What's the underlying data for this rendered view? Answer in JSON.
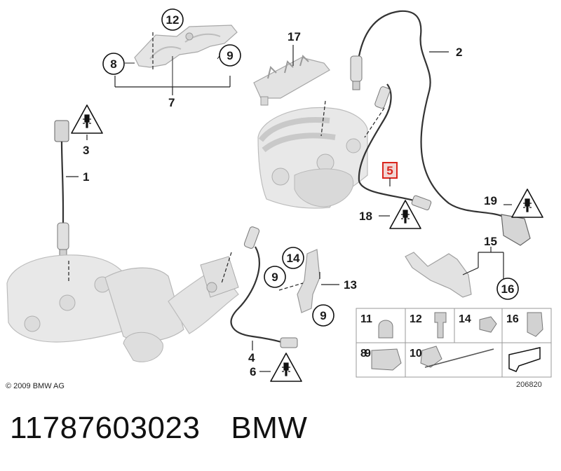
{
  "labels": {
    "p1": "1",
    "p2": "2",
    "p3": "3",
    "p4": "4",
    "p5": "5",
    "p6": "6",
    "p7": "7",
    "p8": "8",
    "p9a": "9",
    "p9b": "9",
    "p9c": "9",
    "p12": "12",
    "p13": "13",
    "p14": "14",
    "p15": "15",
    "p16": "16",
    "p17": "17",
    "p18": "18",
    "p19": "19"
  },
  "grid": {
    "cells": [
      "11",
      "12",
      "14",
      "16",
      "8",
      "9",
      "10"
    ]
  },
  "highlight": {
    "label": "5",
    "color": "#d9251d"
  },
  "copyright": "© 2009 BMW AG",
  "reference": "206820",
  "footer": {
    "part_number": "11787603023",
    "brand": "BMW"
  },
  "colors": {
    "part_fill": "#e6e6e6",
    "part_stroke": "#b5b5b5",
    "line": "#222222"
  }
}
